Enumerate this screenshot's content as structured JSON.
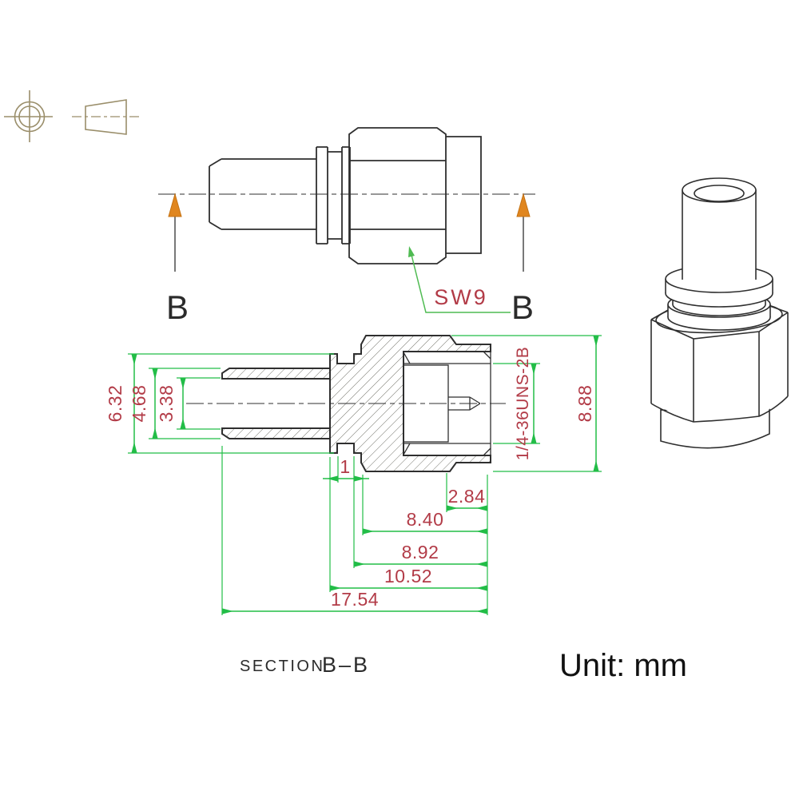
{
  "captions": {
    "section_prefix": "SECTION",
    "section_id": "B–B",
    "unit": "Unit: mm"
  },
  "view_labels": {
    "b_left": "B",
    "b_right": "B",
    "wrench": "SW9"
  },
  "dims": {
    "d632": "6.32",
    "d468": "4.68",
    "d338": "3.38",
    "thread": "1/4-36UNS-2B",
    "d888": "8.88",
    "d1": "1",
    "d284": "2.84",
    "d840": "8.40",
    "d892": "8.92",
    "d1052": "10.52",
    "d1754": "17.54"
  },
  "colors": {
    "dimension_green": "#22bd47",
    "dimension_text_red": "#b23b47",
    "outline_dark": "#2f2f2f",
    "hatch_gray": "#75756d",
    "section_arrow_orange": "#e0861f",
    "projection_symbol_tan": "#9a8e6a"
  },
  "icons": {
    "projection_circle": "projection-circle-icon",
    "projection_cone": "projection-cone-icon"
  }
}
